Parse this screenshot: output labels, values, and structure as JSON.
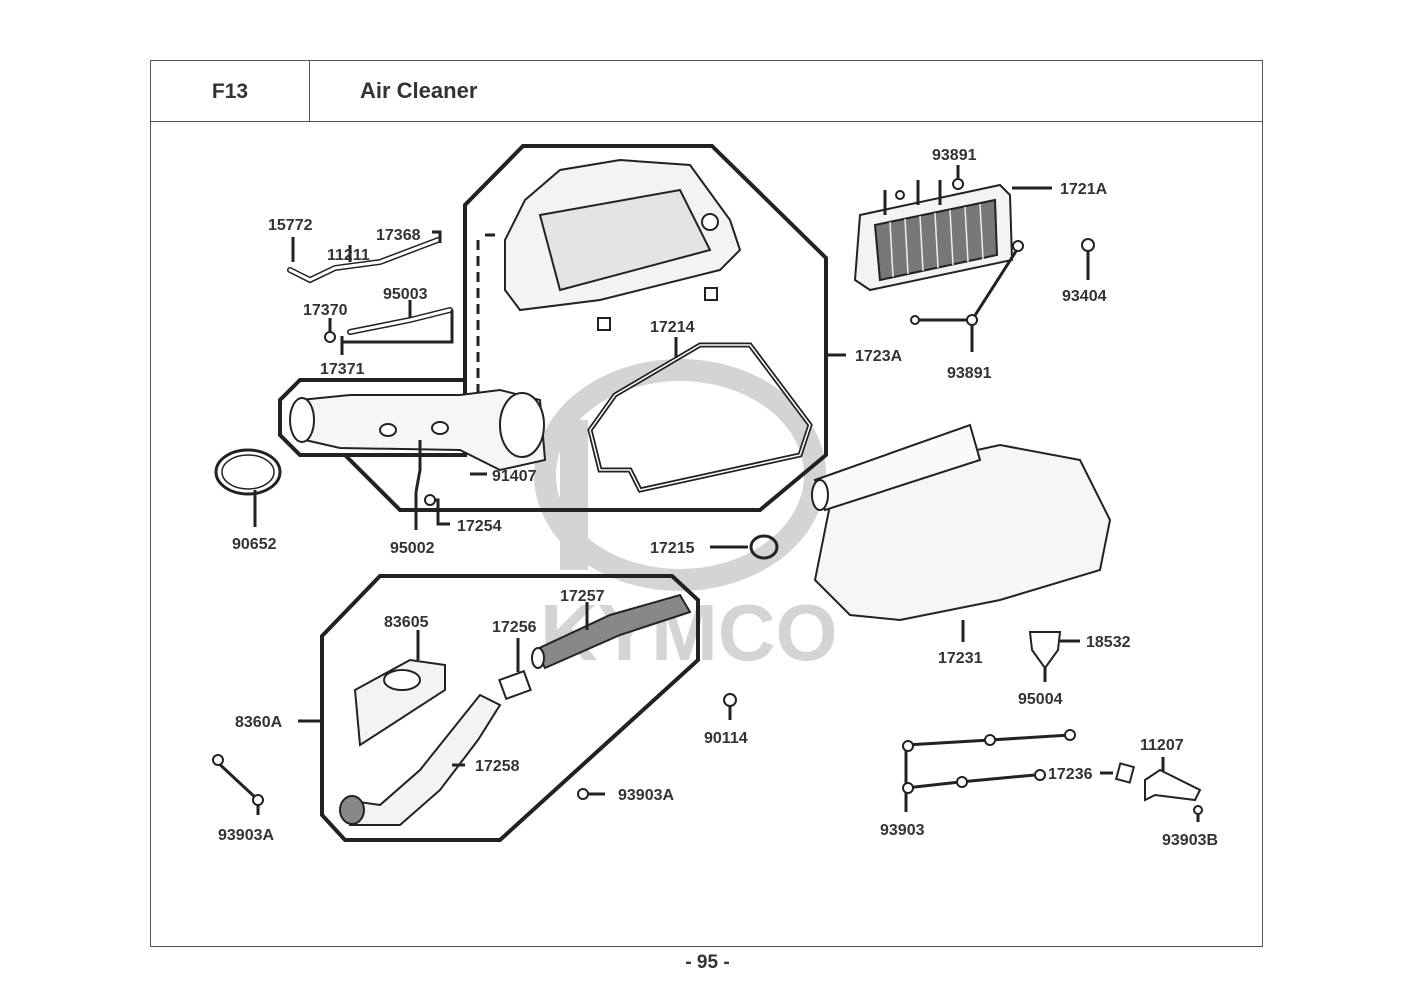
{
  "header": {
    "section_code": "F13",
    "title": "Air Cleaner"
  },
  "footer": {
    "page_number": "- 95 -"
  },
  "watermark": {
    "brand": "KYMCO"
  },
  "parts": [
    {
      "id": "p15772",
      "number": "15772"
    },
    {
      "id": "p11211",
      "number": "11211"
    },
    {
      "id": "p17368",
      "number": "17368"
    },
    {
      "id": "p17370",
      "number": "17370"
    },
    {
      "id": "p95003",
      "number": "95003"
    },
    {
      "id": "p17371",
      "number": "17371"
    },
    {
      "id": "p90652",
      "number": "90652"
    },
    {
      "id": "p91407",
      "number": "91407"
    },
    {
      "id": "p95002",
      "number": "95002"
    },
    {
      "id": "p17254",
      "number": "17254"
    },
    {
      "id": "p17214",
      "number": "17214"
    },
    {
      "id": "p1723A",
      "number": "1723A"
    },
    {
      "id": "p93891a",
      "number": "93891"
    },
    {
      "id": "p1721A",
      "number": "1721A"
    },
    {
      "id": "p93404",
      "number": "93404"
    },
    {
      "id": "p93891b",
      "number": "93891"
    },
    {
      "id": "p17215",
      "number": "17215"
    },
    {
      "id": "p17231",
      "number": "17231"
    },
    {
      "id": "p18532",
      "number": "18532"
    },
    {
      "id": "p95004",
      "number": "95004"
    },
    {
      "id": "p83605",
      "number": "83605"
    },
    {
      "id": "p17257",
      "number": "17257"
    },
    {
      "id": "p17256",
      "number": "17256"
    },
    {
      "id": "p8360A",
      "number": "8360A"
    },
    {
      "id": "p17258",
      "number": "17258"
    },
    {
      "id": "p90114",
      "number": "90114"
    },
    {
      "id": "p93903Aa",
      "number": "93903A"
    },
    {
      "id": "p93903Ab",
      "number": "93903A"
    },
    {
      "id": "p93903",
      "number": "93903"
    },
    {
      "id": "p17236",
      "number": "17236"
    },
    {
      "id": "p11207",
      "number": "11207"
    },
    {
      "id": "p93903B",
      "number": "93903B"
    }
  ]
}
